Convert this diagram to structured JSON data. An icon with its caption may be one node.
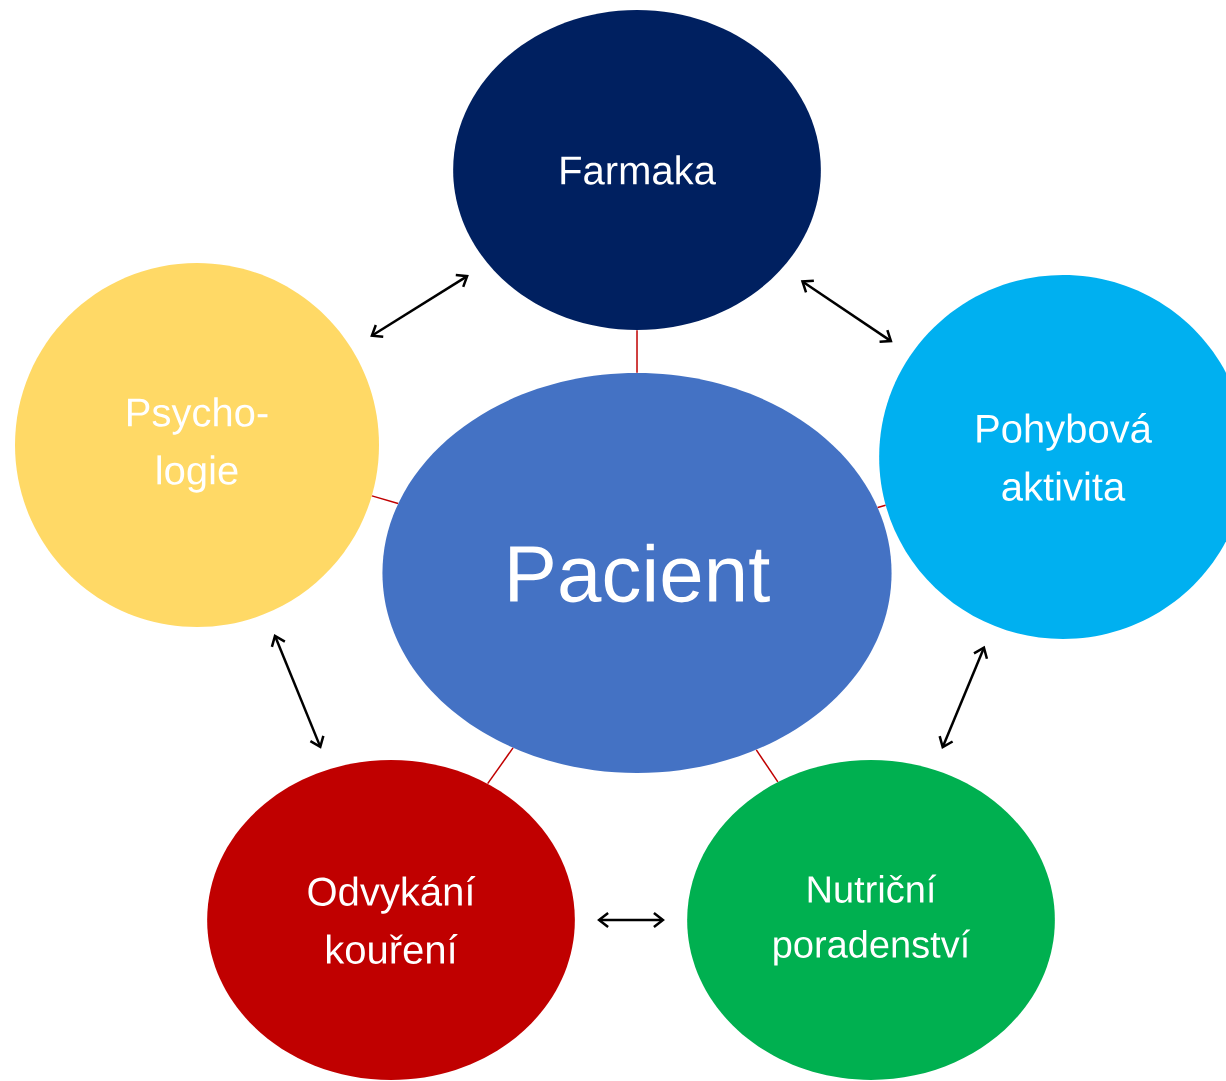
{
  "diagram": {
    "nodes": [
      {
        "text": [
          "Farmaka"
        ]
      },
      {
        "text": [
          "Pohybová aktivita"
        ]
      },
      {
        "text": [
          "Nutriční poradenství"
        ]
      },
      {
        "text": [
          "Odvykání kouření"
        ]
      },
      {
        "text": [
          "Psycho- logie"
        ]
      },
      {
        "text": [
          "Pacient"
        ]
      }
    ],
    "edges": [
      {
        "from": 5,
        "to": 0,
        "arrow": "none",
        "color": "#c00000"
      },
      {
        "from": 5,
        "to": 1,
        "arrow": "none",
        "color": "#c00000"
      },
      {
        "from": 5,
        "to": 2,
        "arrow": "none",
        "color": "#c00000"
      },
      {
        "from": 5,
        "to": 3,
        "arrow": "none",
        "color": "#c00000"
      },
      {
        "from": 5,
        "to": 4,
        "arrow": "none",
        "color": "#c00000"
      },
      {
        "from": 0,
        "to": 1,
        "arrow": "both",
        "color": "#000000"
      },
      {
        "from": 1,
        "to": 2,
        "arrow": "both",
        "color": "#000000"
      },
      {
        "from": 2,
        "to": 3,
        "arrow": "both",
        "color": "#000000"
      },
      {
        "from": 3,
        "to": 4,
        "arrow": "both",
        "color": "#000000"
      },
      {
        "from": 4,
        "to": 0,
        "arrow": "both",
        "color": "#000000"
      }
    ]
  }
}
